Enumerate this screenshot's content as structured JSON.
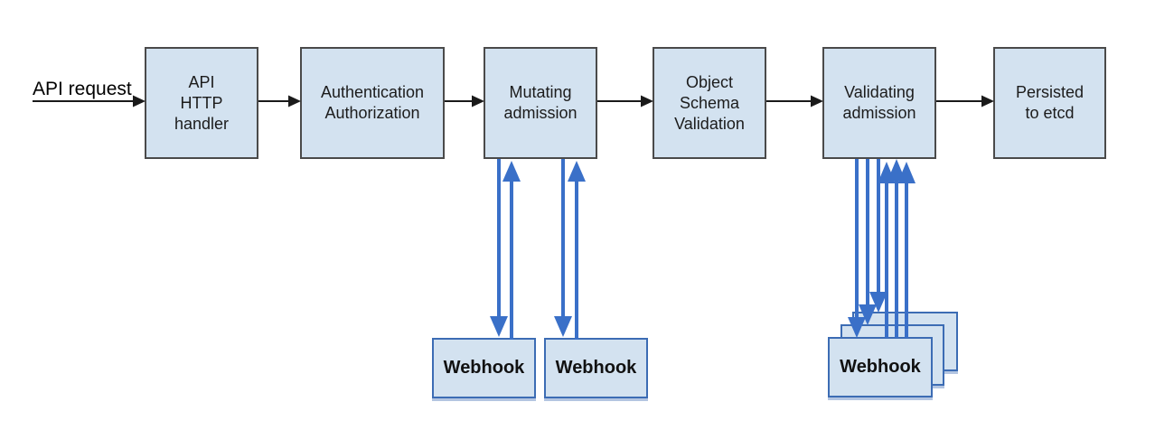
{
  "flow": {
    "request_label": "API request",
    "boxes": [
      {
        "name": "api-http-handler",
        "lines": [
          "API",
          "HTTP",
          "handler"
        ]
      },
      {
        "name": "authentication-authorization",
        "lines": [
          "Authentication",
          "Authorization"
        ]
      },
      {
        "name": "mutating-admission",
        "lines": [
          "Mutating",
          "admission"
        ]
      },
      {
        "name": "object-schema-validation",
        "lines": [
          "Object",
          "Schema",
          "Validation"
        ]
      },
      {
        "name": "validating-admission",
        "lines": [
          "Validating",
          "admission"
        ]
      },
      {
        "name": "persisted-to-etcd",
        "lines": [
          "Persisted",
          "to etcd"
        ]
      }
    ]
  },
  "webhooks": {
    "mutating": [
      {
        "label": "Webhook"
      },
      {
        "label": "Webhook"
      }
    ],
    "validating": {
      "front_label": "Webhook",
      "stack_count": 3
    }
  },
  "colors": {
    "box_fill": "#d3e2f0",
    "flow_box_border": "#4a4a4a",
    "webhook_box_border": "#3c6cb4",
    "arrow_black": "#1a1a1a",
    "arrow_blue": "#3a70c8"
  }
}
